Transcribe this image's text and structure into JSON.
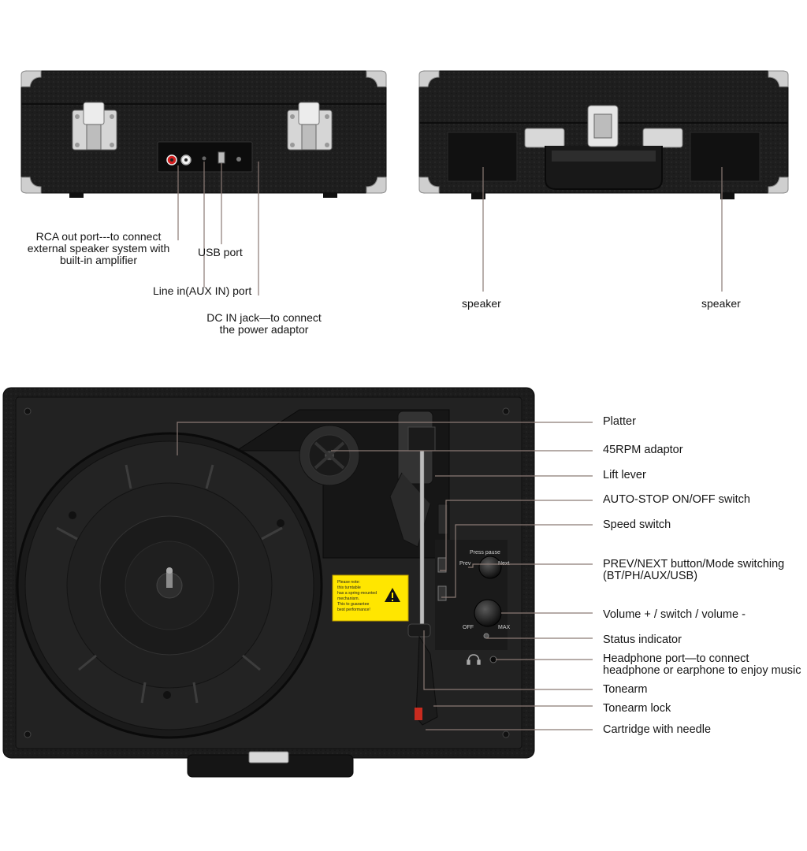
{
  "back_view": {
    "labels": {
      "rca": [
        "RCA out port---to connect",
        "external speaker system with",
        "built-in amplifier"
      ],
      "usb": "USB port",
      "line_in": "Line in(AUX IN) port",
      "dc_in": [
        "DC IN jack—to connect",
        "the power adaptor"
      ]
    }
  },
  "front_view": {
    "labels": {
      "speaker_left": "speaker",
      "speaker_right": "speaker"
    }
  },
  "top_view": {
    "callouts": [
      {
        "label": [
          "Platter"
        ]
      },
      {
        "label": [
          "45RPM adaptor"
        ]
      },
      {
        "label": [
          "Lift lever"
        ]
      },
      {
        "label": [
          "AUTO-STOP ON/OFF switch"
        ]
      },
      {
        "label": [
          "Speed switch"
        ]
      },
      {
        "label": [
          "PREV/NEXT button/Mode switching",
          "(BT/PH/AUX/USB)"
        ]
      },
      {
        "label": [
          "Volume + / switch / volume -"
        ]
      },
      {
        "label": [
          "Status indicator"
        ]
      },
      {
        "label": [
          "Headphone port—to connect",
          "headphone or earphone to enjoy music"
        ]
      },
      {
        "label": [
          "Tonearm"
        ]
      },
      {
        "label": [
          "Tonearm lock"
        ]
      },
      {
        "label": [
          "Cartridge with needle"
        ]
      }
    ],
    "panel_text": {
      "press_pause": "Press pause",
      "prev": "Prev",
      "next": "Next",
      "off": "OFF",
      "max": "MAX"
    },
    "warning_label": [
      "Please note:",
      "this turntable",
      "has a spring-mounted",
      "mechanism.",
      "This to guarantee",
      "best performance!"
    ]
  },
  "icons": [
    "headphone-icon",
    "warning-triangle-icon",
    "latch-icon",
    "screw-icon"
  ],
  "colors": {
    "case": "#1c1c1c",
    "chrome": "#c8c8c8",
    "leader_line": "#8a7a74",
    "warning_yellow": "#ffe600",
    "rca_red": "#d42020"
  }
}
